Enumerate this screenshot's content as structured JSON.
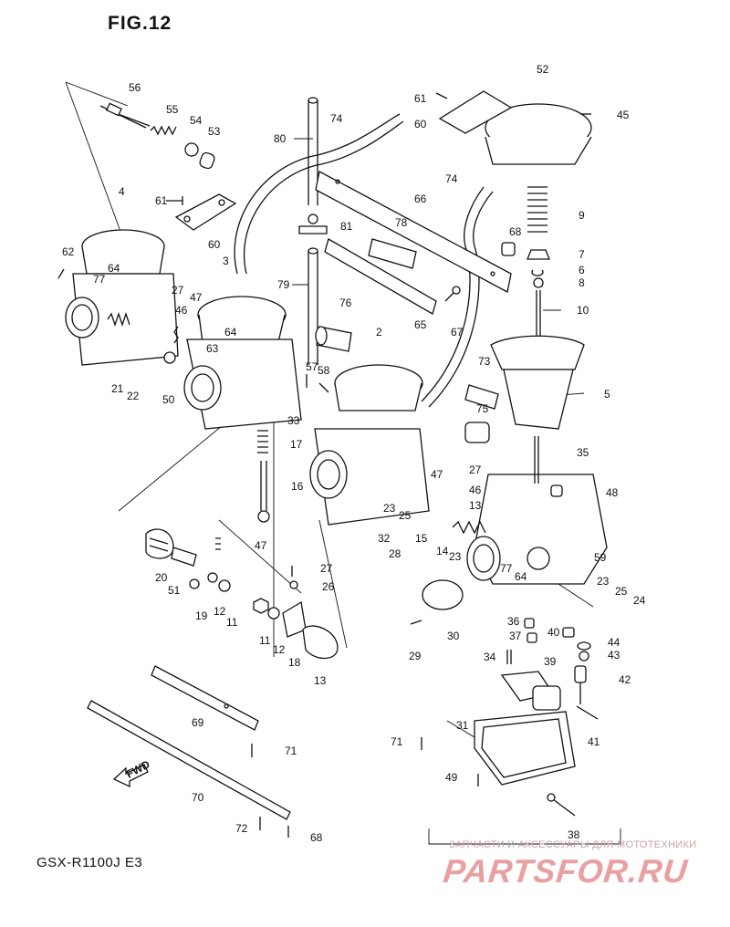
{
  "figure": {
    "title": "FIG.12",
    "model": "GSX-R1100J E3",
    "fwd_label": "FWD"
  },
  "watermark": {
    "subtitle": "ЗАПЧАСТИ И АКСЕССУАРЫ ДЛЯ МОТОТЕХНИКИ",
    "brand": "PARTSFOR.RU"
  },
  "callouts": [
    "56",
    "55",
    "54",
    "53",
    "4",
    "61",
    "60",
    "62",
    "77",
    "64",
    "27",
    "47",
    "46",
    "3",
    "63",
    "50",
    "64",
    "21",
    "22",
    "80",
    "74",
    "81",
    "79",
    "57",
    "58",
    "76",
    "2",
    "33",
    "17",
    "16",
    "47",
    "20",
    "51",
    "19",
    "12",
    "11",
    "11",
    "12",
    "18",
    "13",
    "27",
    "26",
    "52",
    "61",
    "60",
    "45",
    "66",
    "74",
    "78",
    "68",
    "7",
    "6",
    "8",
    "9",
    "65",
    "67",
    "10",
    "5",
    "73",
    "75",
    "35",
    "27",
    "46",
    "47",
    "48",
    "13",
    "23",
    "25",
    "15",
    "14",
    "23",
    "32",
    "28",
    "59",
    "77",
    "64",
    "23",
    "25",
    "24",
    "30",
    "29",
    "36",
    "40",
    "37",
    "44",
    "43",
    "34",
    "39",
    "42",
    "41",
    "31",
    "71",
    "49",
    "38",
    "69",
    "71",
    "70",
    "72",
    "68"
  ]
}
